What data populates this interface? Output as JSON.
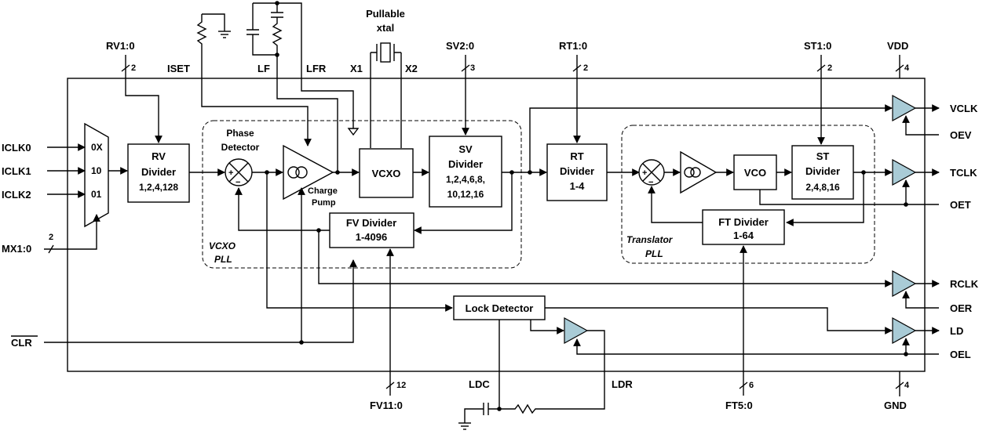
{
  "pins": {
    "iclk0": "ICLK0",
    "iclk1": "ICLK1",
    "iclk2": "ICLK2",
    "mx": "MX1:0",
    "mx_width": "2",
    "clr": "CLR",
    "rv": "RV1:0",
    "rv_width": "2",
    "iset": "ISET",
    "lf": "LF",
    "lfr": "LFR",
    "x1": "X1",
    "x2": "X2",
    "xtal_line1": "Pullable",
    "xtal_line2": "xtal",
    "sv": "SV2:0",
    "sv_width": "3",
    "rt": "RT1:0",
    "rt_width": "2",
    "st": "ST1:0",
    "st_width": "2",
    "vdd": "VDD",
    "vdd_width": "4",
    "vclk": "VCLK",
    "oev": "OEV",
    "tclk": "TCLK",
    "oet": "OET",
    "rclk": "RCLK",
    "oer": "OER",
    "ld": "LD",
    "oel": "OEL",
    "fv": "FV11:0",
    "fv_width": "12",
    "ldc": "LDC",
    "ldr": "LDR",
    "ft": "FT5:0",
    "ft_width": "6",
    "gnd": "GND",
    "gnd_width": "4"
  },
  "mux": {
    "in0": "0X",
    "in1": "10",
    "in2": "01"
  },
  "blocks": {
    "rv_title": "RV",
    "rv_line2": "Divider",
    "rv_line3": "1,2,4,128",
    "phase_det_line1": "Phase",
    "phase_det_line2": "Detector",
    "charge_pump_line1": "Charge",
    "charge_pump_line2": "Pump",
    "vcxo": "VCXO",
    "sv_title": "SV",
    "sv_line2": "Divider",
    "sv_line3": "1,2,4,6,8,",
    "sv_line4": "10,12,16",
    "fv_title": "FV Divider",
    "fv_range": "1-4096",
    "vcxo_pll_line1": "VCXO",
    "vcxo_pll_line2": "PLL",
    "rt_title": "RT",
    "rt_line2": "Divider",
    "rt_range": "1-4",
    "vco": "VCO",
    "st_title": "ST",
    "st_line2": "Divider",
    "st_line3": "2,4,8,16",
    "ft_title": "FT Divider",
    "ft_range": "1-64",
    "trans_pll_line1": "Translator",
    "trans_pll_line2": "PLL",
    "lock_detector": "Lock Detector"
  },
  "colors": {
    "buffer_fill": "#a9cbd6",
    "line": "#000000"
  }
}
